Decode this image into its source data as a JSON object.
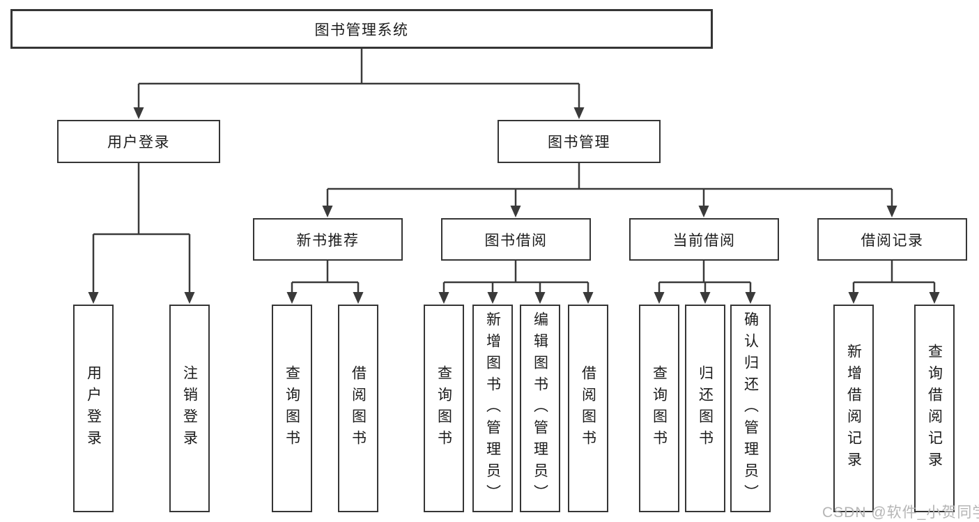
{
  "diagram_title": "图书管理系统",
  "tree": {
    "root": {
      "label": "图书管理系统",
      "children": [
        {
          "label": "用户登录",
          "children": [
            {
              "label": "用户登录"
            },
            {
              "label": "注销登录"
            }
          ]
        },
        {
          "label": "图书管理",
          "children": [
            {
              "label": "新书推荐",
              "children": [
                {
                  "label": "查询图书"
                },
                {
                  "label": "借阅图书"
                }
              ]
            },
            {
              "label": "图书借阅",
              "children": [
                {
                  "label": "查询图书"
                },
                {
                  "label": "新增图书（管理员）"
                },
                {
                  "label": "编辑图书（管理员）"
                },
                {
                  "label": "借阅图书"
                }
              ]
            },
            {
              "label": "当前借阅",
              "children": [
                {
                  "label": "查询图书"
                },
                {
                  "label": "归还图书"
                },
                {
                  "label": "确认归还（管理员）"
                }
              ]
            },
            {
              "label": "借阅记录",
              "children": [
                {
                  "label": "新增借阅记录"
                },
                {
                  "label": "查询借阅记录"
                }
              ]
            }
          ]
        }
      ]
    }
  },
  "watermark": {
    "text": "CSDN @软件_小贺同学"
  },
  "colors": {
    "line": "#3a3a3a",
    "box_border": "#353535",
    "text": "#1b1b1b",
    "background": "#ffffff",
    "watermark": "#b5b5b5"
  }
}
